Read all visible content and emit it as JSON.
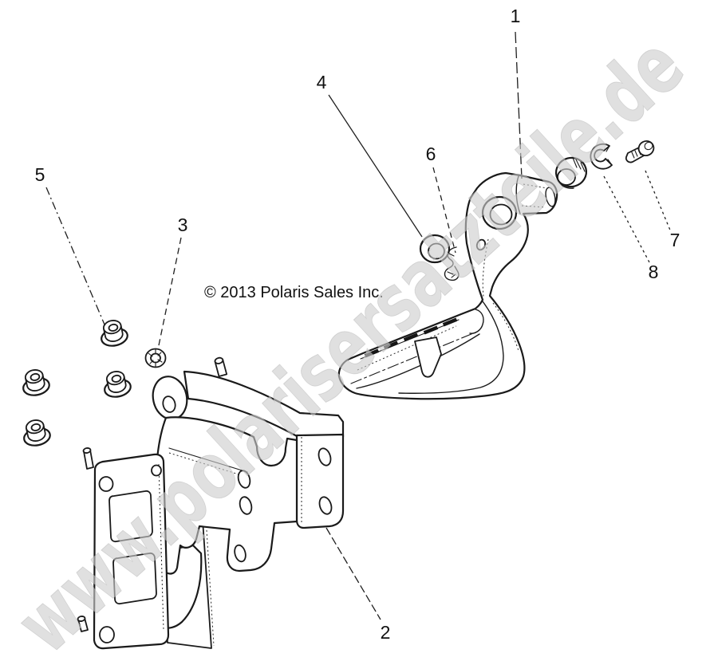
{
  "diagram": {
    "copyright": "© 2013 Polaris Sales Inc.",
    "watermark": {
      "text": "www.polarisersatzteile.de",
      "color": "#cdcdcd"
    },
    "colors": {
      "background": "#ffffff",
      "line": "#1a1a1a",
      "callout_text": "#111111"
    },
    "callouts": [
      {
        "label": "1"
      },
      {
        "label": "2"
      },
      {
        "label": "3"
      },
      {
        "label": "4"
      },
      {
        "label": "5"
      },
      {
        "label": "6"
      },
      {
        "label": "7"
      },
      {
        "label": "8"
      }
    ]
  }
}
